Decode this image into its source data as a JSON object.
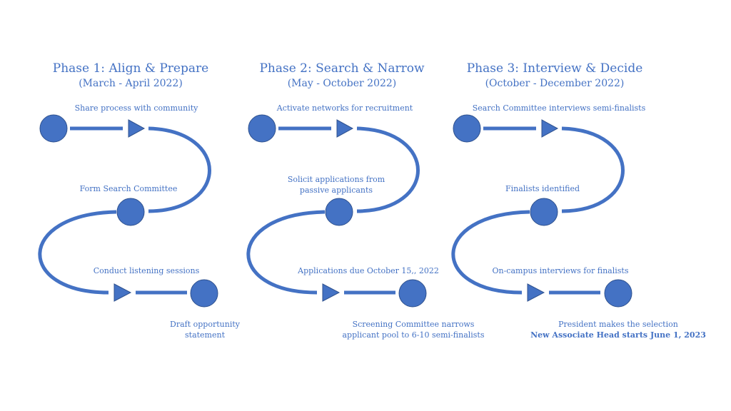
{
  "colors": {
    "accent": "#4472c4",
    "node_stroke": "#2f528f",
    "background": "#ffffff"
  },
  "phases": [
    {
      "title": "Phase 1: Align & Prepare",
      "dates": "(March - April 2022)",
      "steps": [
        "Share process with community",
        "Form Search Committee",
        "Conduct listening sessions"
      ],
      "outcome": [
        "Draft opportunity",
        "statement"
      ]
    },
    {
      "title": "Phase 2: Search & Narrow",
      "dates": "(May - October 2022)",
      "steps": [
        "Activate networks for recruitment",
        "Solicit applications from",
        "passive applicants",
        "Applications due October 15,, 2022"
      ],
      "outcome": [
        "Screening Committee narrows",
        "applicant pool to 6-10 semi-finalists"
      ]
    },
    {
      "title": "Phase 3: Interview & Decide",
      "dates": "(October - December 2022)",
      "steps": [
        "Search Committee interviews semi-finalists",
        "Finalists identified",
        "On-campus interviews for finalists"
      ],
      "outcome": [
        "President makes the selection",
        "New Associate Head starts June 1, 2023"
      ]
    }
  ]
}
